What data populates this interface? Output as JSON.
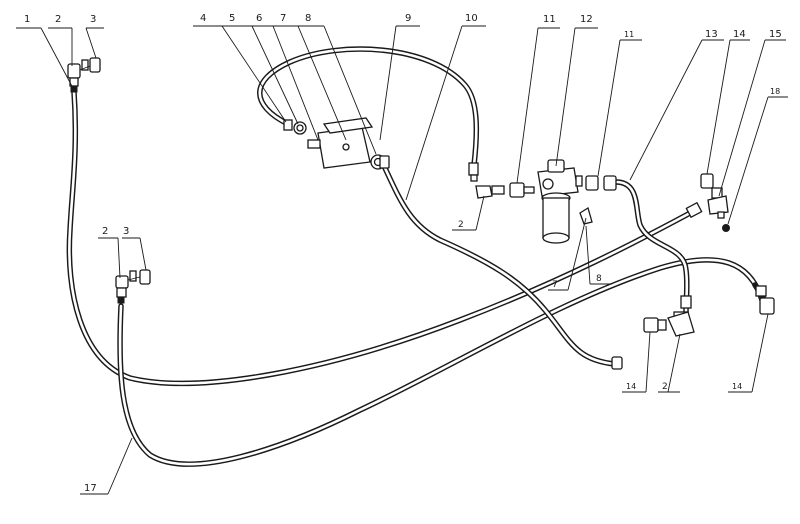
{
  "callouts": {
    "c1": "1",
    "c2": "2",
    "c3": "3",
    "c4": "4",
    "c5": "5",
    "c6": "6",
    "c7": "7",
    "c8": "8",
    "c9": "9",
    "c10": "10",
    "c11": "11",
    "c12": "12",
    "c11b": "11",
    "c13": "13",
    "c14": "14",
    "c15": "15",
    "c18": "18",
    "c2b": "2",
    "c3b": "3",
    "c2c": "2",
    "c7b": "7",
    "c8b": "8",
    "c14b": "14",
    "c2d": "2",
    "c14c": "14",
    "c17": "17"
  }
}
